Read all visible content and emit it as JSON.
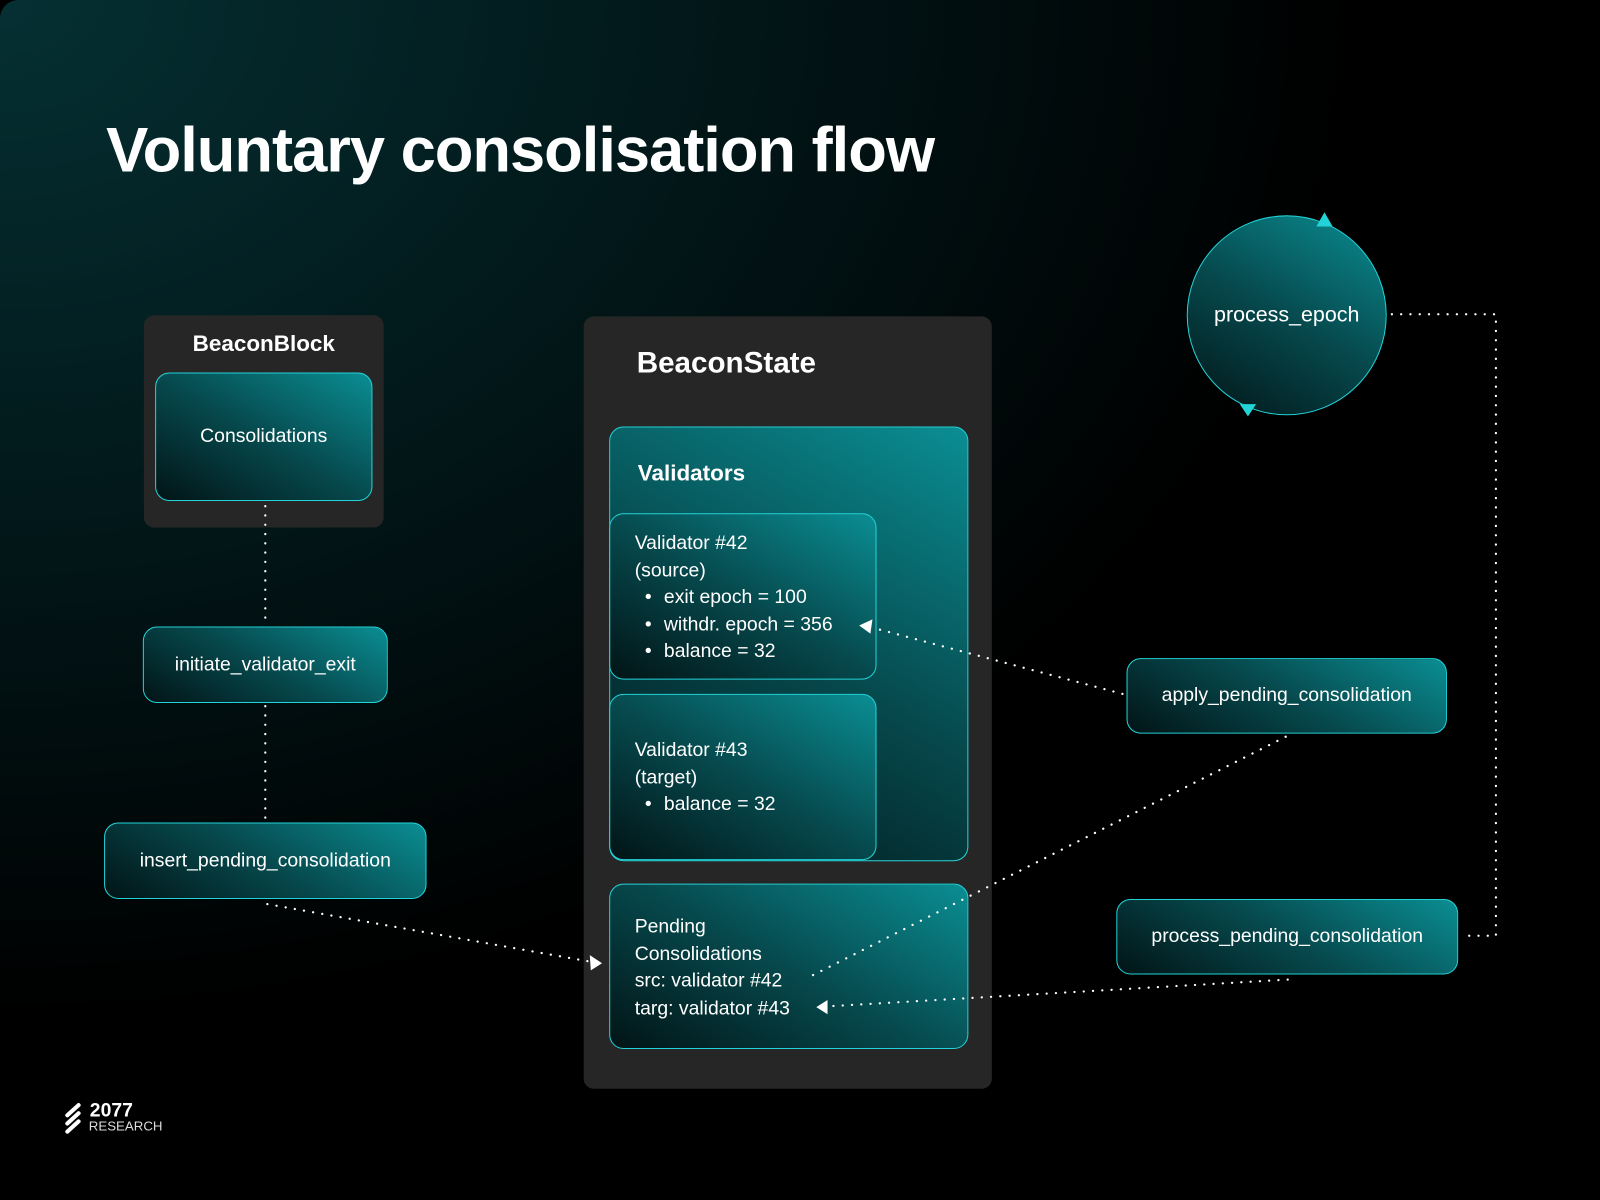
{
  "title": "Voluntary consolisation flow",
  "beacon_block": {
    "title": "BeaconBlock",
    "consolidations": "Consolidations"
  },
  "functions": {
    "initiate": "initiate_validator_exit",
    "insert": "insert_pending_consolidation",
    "apply": "apply_pending_consolidation",
    "process_pending": "process_pending_consolidation",
    "process_epoch": "process_epoch"
  },
  "beacon_state": {
    "title": "BeaconState",
    "validators_title": "Validators",
    "v42": {
      "name": "Validator #42",
      "role": "(source)",
      "items": [
        "exit epoch = 100",
        "withdr. epoch = 356",
        "balance = 32"
      ]
    },
    "v43": {
      "name": "Validator #43",
      "role": "(target)",
      "items": [
        "balance = 32"
      ]
    },
    "pending": {
      "line1": "Pending",
      "line2": "Consolidations",
      "src": "src: validator #42",
      "targ": "targ: validator #43"
    }
  },
  "logo": {
    "number": "2077",
    "word": "RESEARCH"
  },
  "colors": {
    "accent": "#22d3d8",
    "panel": "#262626"
  }
}
